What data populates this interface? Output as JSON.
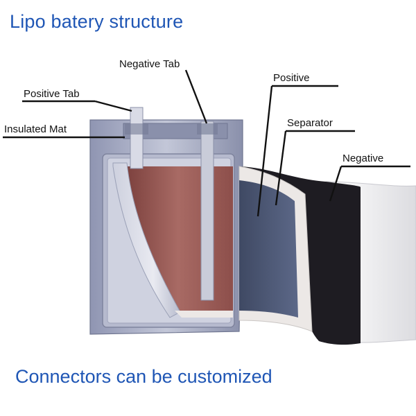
{
  "title": "Lipo batery structure",
  "footer": "Connectors can be customized",
  "labels": {
    "negative_tab": "Negative Tab",
    "positive_tab": "Positive Tab",
    "insulated_mat": "Insulated Mat",
    "positive": "Positive",
    "separator": "Separator",
    "negative": "Negative"
  },
  "colors": {
    "title": "#1f56b5",
    "casing": "#a9aec6",
    "cell": "#a05f5a",
    "positive_layer": "#4f5a78",
    "negative_layer": "#1e1c22",
    "separator_layer": "#ece8e6"
  }
}
